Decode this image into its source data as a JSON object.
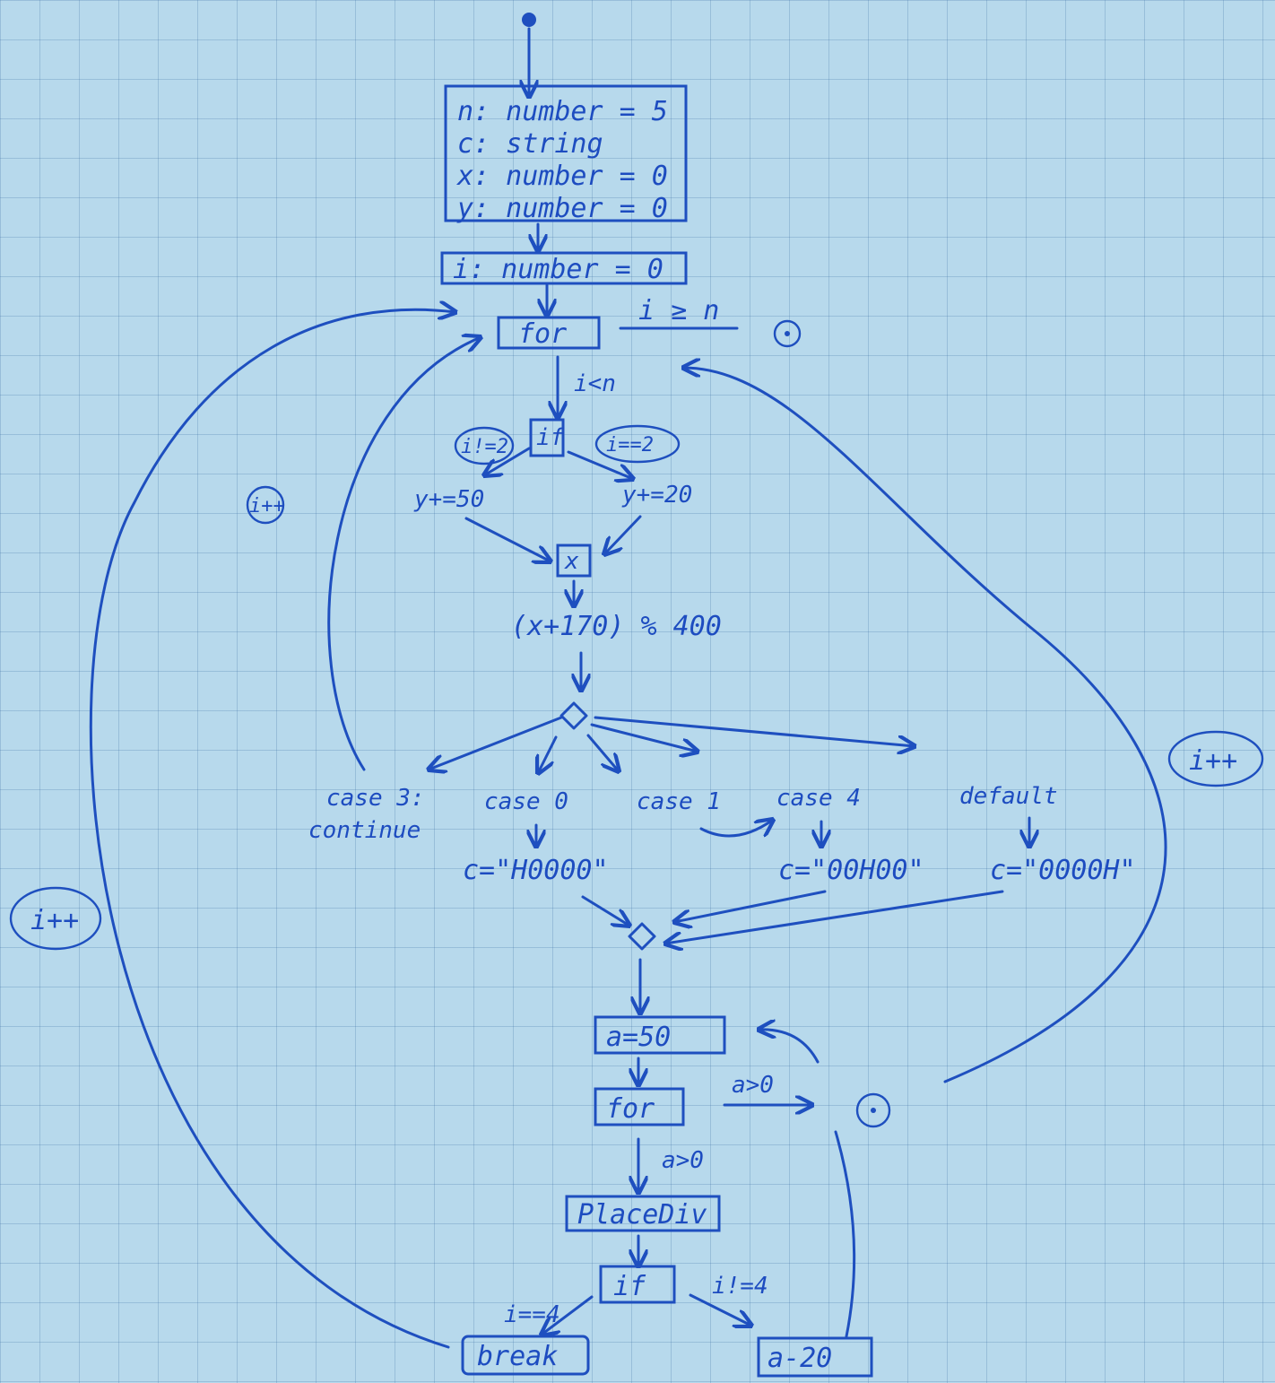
{
  "diagram": {
    "decl": {
      "line1": "n: number = 5",
      "line2": "c: string",
      "line3": "x: number = 0",
      "line4": "y: number = 0"
    },
    "i_init": "i: number = 0",
    "for_outer": "for",
    "for_exit_cond": "i ≥ n",
    "for_cond": "i<n",
    "if_node": "if",
    "cond_ne2": "i!=2",
    "cond_eq2": "i==2",
    "y_plus_50": "y+=50",
    "y_plus_20": "y+=20",
    "x_node": "x",
    "expr": "(x+170) % 400",
    "case3": "case 3:",
    "continue": "continue",
    "case0": "case 0",
    "case1": "case 1",
    "case4": "case 4",
    "default": "default",
    "c0": "c=\"H0000\"",
    "c4": "c=\"00H00\"",
    "cdef": "c=\"0000H\"",
    "a_init": "a=50",
    "for_inner": "for",
    "a_gt0_right": "a>0",
    "a_gt0_down": "a>0",
    "placediv": "PlaceDiv",
    "if_inner": "if",
    "cond_eq4": "i==4",
    "cond_ne4": "i!=4",
    "break": "break",
    "a_minus": "a-20",
    "inc_left": "i++",
    "inc_mid": "i++",
    "inc_right": "i++"
  }
}
